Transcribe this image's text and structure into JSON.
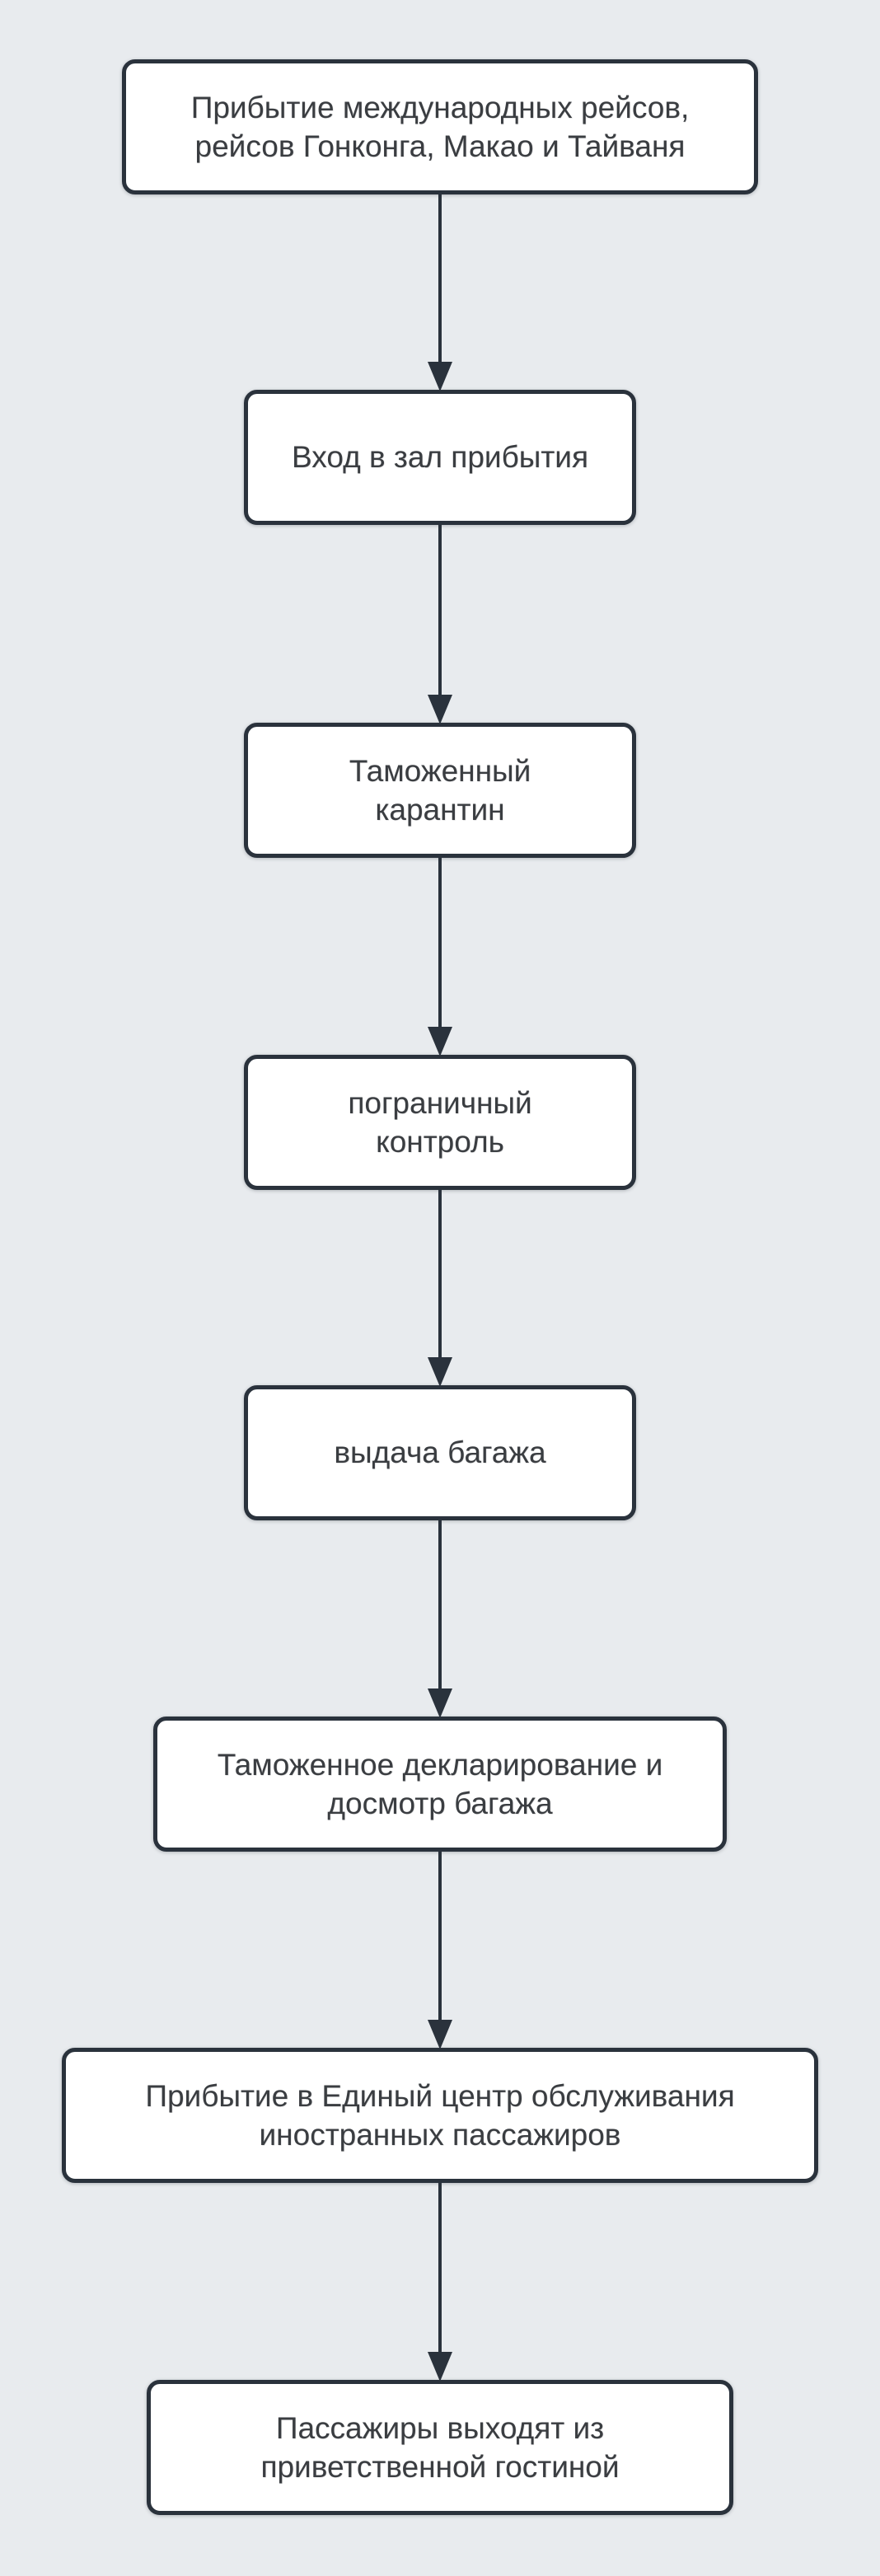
{
  "flowchart": {
    "direction": "top-down",
    "colors": {
      "background": "#e8ebee",
      "node_fill": "#ffffff",
      "stroke": "#2a323c",
      "text": "#3a3d41"
    },
    "nodes": [
      {
        "id": 1,
        "label": "Прибытие международных рейсов,\nрейсов Гонконга, Макао и Тайваня"
      },
      {
        "id": 2,
        "label": "Вход в зал прибытия"
      },
      {
        "id": 3,
        "label": "Таможенный\nкарантин"
      },
      {
        "id": 4,
        "label": "пограничный\nконтроль"
      },
      {
        "id": 5,
        "label": "выдача багажа"
      },
      {
        "id": 6,
        "label": "Таможенное декларирование и\nдосмотр багажа"
      },
      {
        "id": 7,
        "label": "Прибытие в Единый центр обслуживания\nиностранных пассажиров"
      },
      {
        "id": 8,
        "label": "Пассажиры выходят из\nприветственной гостиной"
      }
    ],
    "edges": [
      {
        "from": 1,
        "to": 2
      },
      {
        "from": 2,
        "to": 3
      },
      {
        "from": 3,
        "to": 4
      },
      {
        "from": 4,
        "to": 5
      },
      {
        "from": 5,
        "to": 6
      },
      {
        "from": 6,
        "to": 7
      },
      {
        "from": 7,
        "to": 8
      }
    ]
  }
}
